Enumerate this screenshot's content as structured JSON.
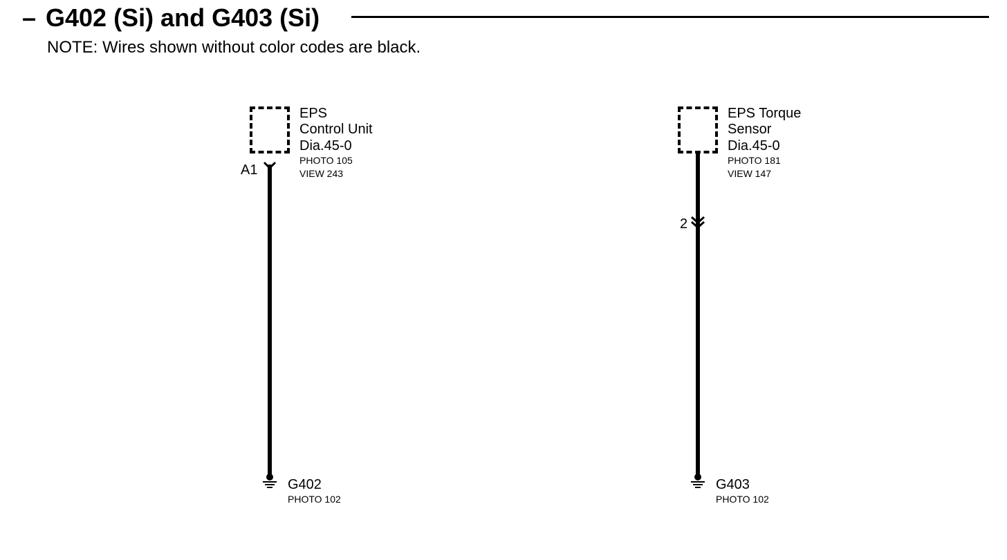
{
  "header": {
    "dash": "–",
    "title": "G402 (Si) and G403 (Si)",
    "note": "NOTE: Wires shown without color codes are black."
  },
  "circuits": [
    {
      "component": {
        "line1": "EPS",
        "line2": "Control Unit",
        "diagram_ref": "Dia.45-0",
        "photo": "PHOTO 105",
        "view": "VIEW 243"
      },
      "pin_label": "A1",
      "ground": {
        "name": "G402",
        "photo": "PHOTO 102"
      }
    },
    {
      "component": {
        "line1": "EPS Torque",
        "line2": "Sensor",
        "diagram_ref": "Dia.45-0",
        "photo": "PHOTO 181",
        "view": "VIEW 147"
      },
      "pin_label": "2",
      "ground": {
        "name": "G403",
        "photo": "PHOTO 102"
      }
    }
  ],
  "colors": {
    "wire": "#000000",
    "background": "#ffffff"
  }
}
